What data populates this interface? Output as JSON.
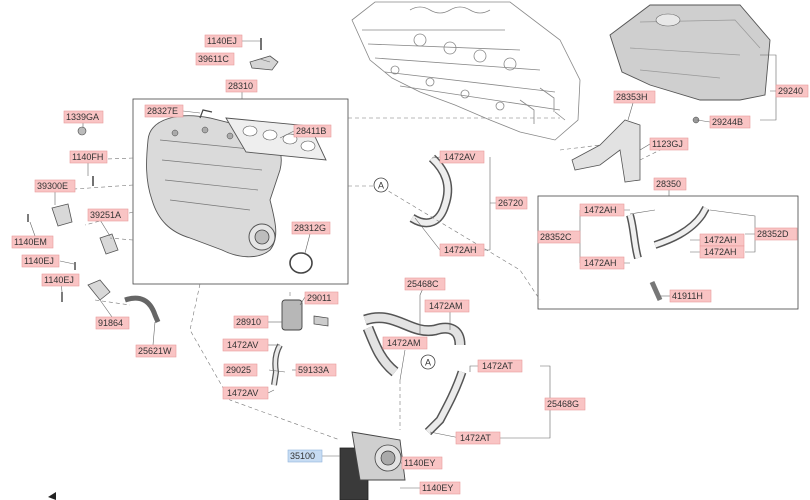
{
  "labels": {
    "l_1140EJ_top": "1140EJ",
    "l_39611C": "39611C",
    "l_28310": "28310",
    "l_28327E": "28327E",
    "l_28411B": "28411B",
    "l_1339GA": "1339GA",
    "l_1140FH": "1140FH",
    "l_39300E": "39300E",
    "l_1140EM": "1140EM",
    "l_39251A": "39251A",
    "l_1140EJ_mid": "1140EJ",
    "l_1140EJ_low": "1140EJ",
    "l_91864": "91864",
    "l_25621W": "25621W",
    "l_28312G": "28312G",
    "l_1472AV_hose": "1472AV",
    "l_26720": "26720",
    "l_1472AH_hose": "1472AH",
    "l_28353H": "28353H",
    "l_1123GJ": "1123GJ",
    "l_29240": "29240",
    "l_29244B": "29244B",
    "l_28350": "28350",
    "l_1472AH_a": "1472AH",
    "l_28352C": "28352C",
    "l_1472AH_b": "1472AH",
    "l_1472AH_c": "1472AH",
    "l_1472AH_d": "1472AH",
    "l_28352D": "28352D",
    "l_41911H": "41911H",
    "l_29011": "29011",
    "l_28910": "28910",
    "l_1472AV_a": "1472AV",
    "l_29025": "29025",
    "l_59133A": "59133A",
    "l_1472AV_b": "1472AV",
    "l_25468C": "25468C",
    "l_1472AM_a": "1472AM",
    "l_1472AM_b": "1472AM",
    "l_1472AT_a": "1472AT",
    "l_25468G": "25468G",
    "l_1472AT_b": "1472AT",
    "l_35100": "35100",
    "l_1140EY_a": "1140EY",
    "l_1140EY_b": "1140EY"
  },
  "markers": {
    "ref_a_1": "A",
    "ref_a_2": "A"
  },
  "colors": {
    "tag_fill": "#f9c4c4",
    "tag_highlight": "#c7dcf3"
  }
}
